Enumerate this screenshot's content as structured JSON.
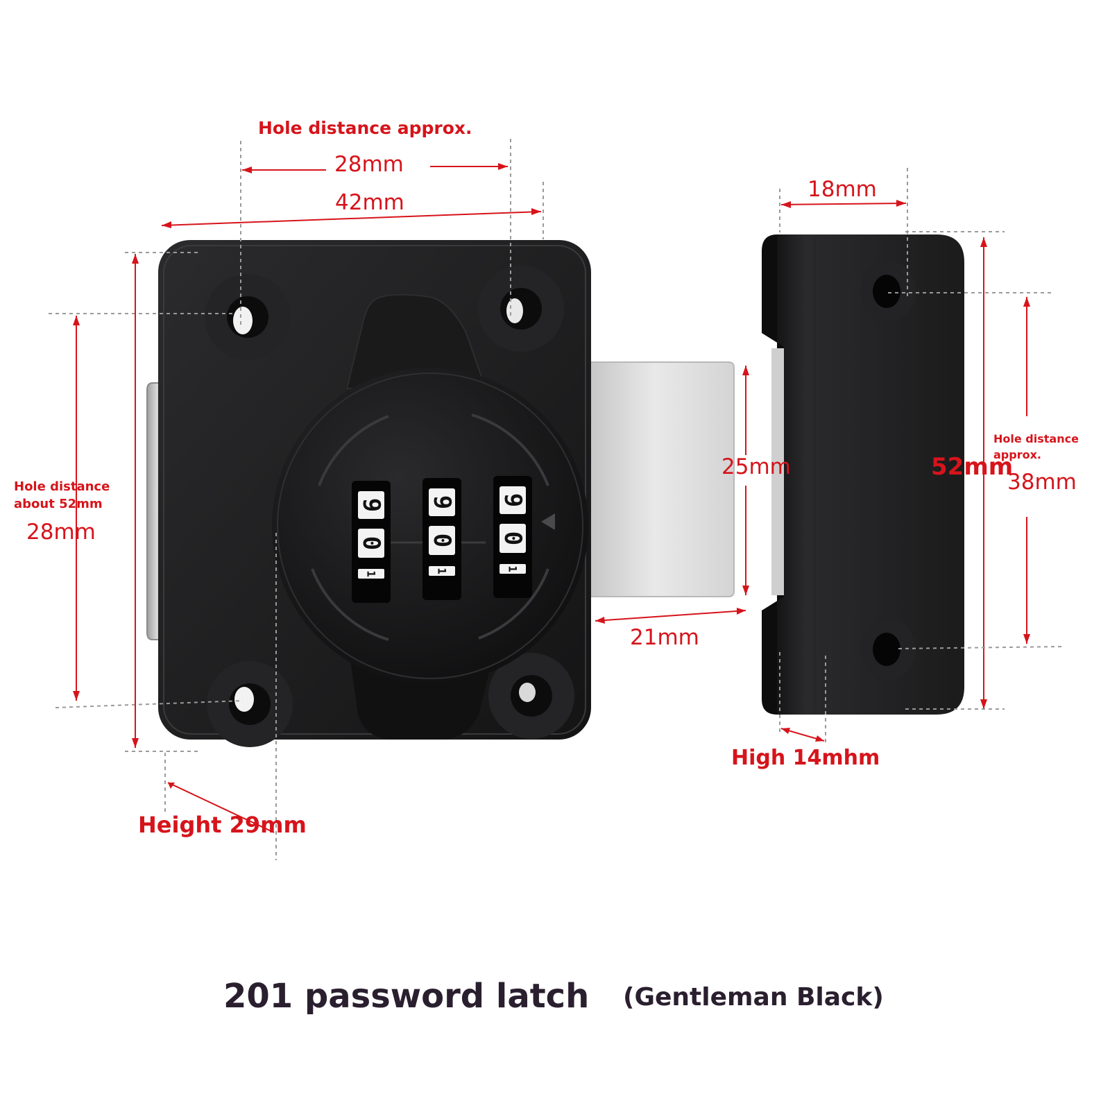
{
  "dimensions": {
    "hole_distance_top_title": "Hole distance approx.",
    "top_hole_distance": "28mm",
    "top_width": "42mm",
    "strike_width": "18mm",
    "left_hole_distance_line1": "Hole distance",
    "left_hole_distance_line2": "about 52mm",
    "left_value": "28mm",
    "bolt_height": "25mm",
    "strike_height": "52mm",
    "right_hole_distance_line1": "Hole distance",
    "right_hole_distance_line2": "approx.",
    "right_value": "38mm",
    "bolt_extension": "21mm",
    "strike_thickness": "High 14mhm",
    "lock_height": "Height 29mm"
  },
  "dials": [
    {
      "top": "9",
      "middle": "0",
      "bottom": "1"
    },
    {
      "top": "9",
      "middle": "0",
      "bottom": "1"
    },
    {
      "top": "9",
      "middle": "0",
      "bottom": "1"
    }
  ],
  "caption": {
    "product": "201 password latch",
    "color_variant": "(Gentleman Black)"
  },
  "colors": {
    "annotation": "#d6141b",
    "lock_body": "#1c1c1e",
    "bolt": "#dcdcdc",
    "caption": "#2a1f2e"
  }
}
